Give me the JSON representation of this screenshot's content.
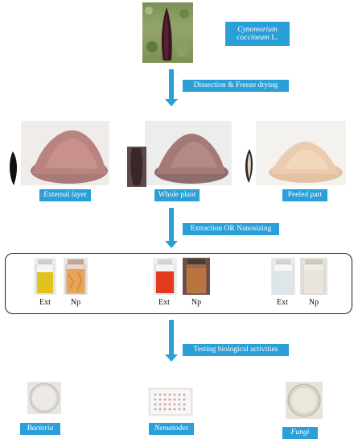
{
  "plant": {
    "name_line1": "Cynomorium",
    "name_line2_italic": "coccineum",
    "name_line2_suffix": " L."
  },
  "steps": {
    "step1": "Dissection & Freeze drying",
    "step2": "Extraction OR Nanosizing",
    "step3": "Testing biological activities"
  },
  "samples": [
    "External layer",
    "Whole plant",
    "Peeled part"
  ],
  "vials": {
    "ext": "Ext",
    "np": "Np"
  },
  "organisms": [
    "Bacteria",
    "Nematodes",
    "Fungi"
  ],
  "colors": {
    "accent": "#2a9fd8"
  }
}
